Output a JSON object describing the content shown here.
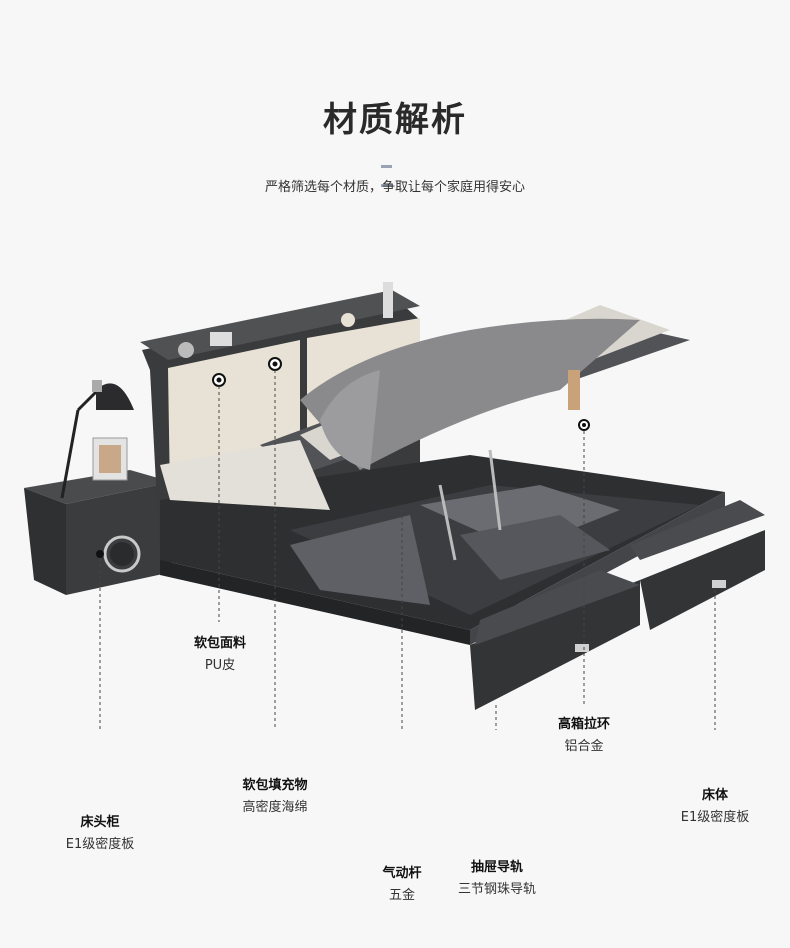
{
  "header": {
    "title": "材质解析",
    "subtitle": "严格筛选每个材质，争取让每个家庭用得安心"
  },
  "callouts": [
    {
      "name": "软包面料",
      "spec": "PU皮"
    },
    {
      "name": "软包填充物",
      "spec": "高密度海绵"
    },
    {
      "name": "床头柜",
      "spec": "E1级密度板"
    },
    {
      "name": "气动杆",
      "spec": "五金"
    },
    {
      "name": "抽屉导轨",
      "spec": "三节钢珠导轨"
    },
    {
      "name": "高箱拉环",
      "spec": "铝合金"
    },
    {
      "name": "床体",
      "spec": "E1级密度板"
    }
  ],
  "colors": {
    "bed_frame": "#3a3b3d",
    "headboard_cushion": "#e8e2d6",
    "mattress": "#d9d6d0",
    "bedding": "#8a8a8c",
    "background": "#f7f7f7"
  }
}
